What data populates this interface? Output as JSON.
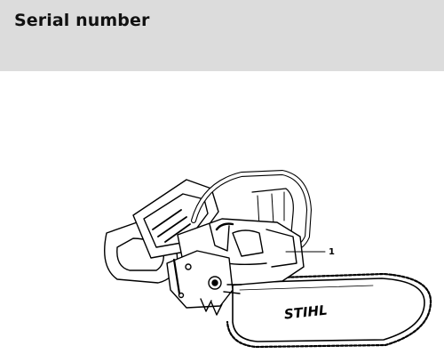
{
  "page": {
    "title": "Serial number"
  },
  "illustration": {
    "callouts": [
      {
        "label": "1",
        "points_to": "serial number location"
      }
    ],
    "brand_mark": "STIHL"
  },
  "colors": {
    "header_background": "#dcdcdc",
    "title_text": "#111111",
    "line_art": "#000000"
  }
}
